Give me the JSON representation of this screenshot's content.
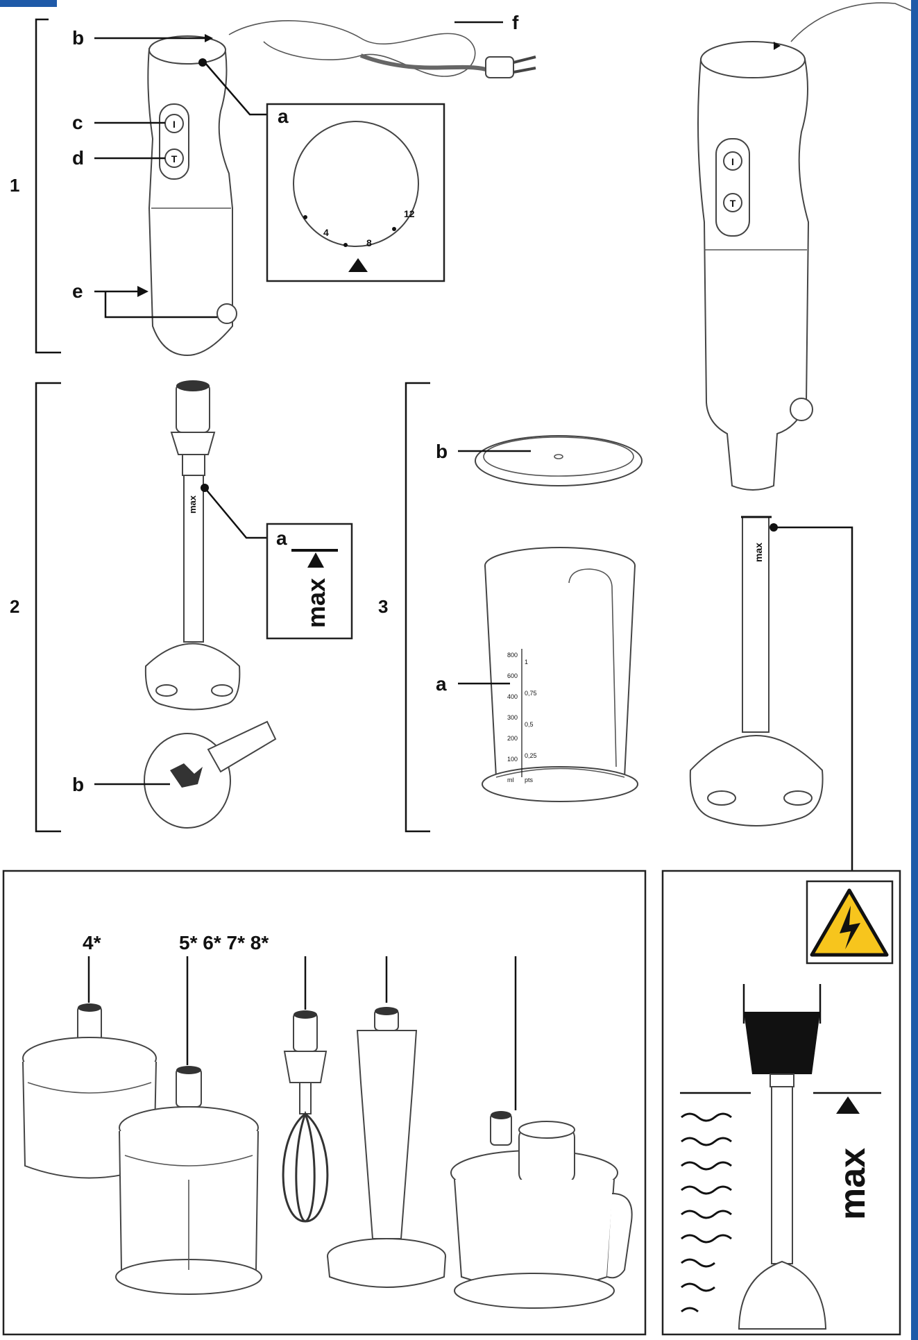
{
  "colors": {
    "accent_blue": "#1f5aa8",
    "warning_yellow": "#f7c51d",
    "ink": "#111111"
  },
  "section_numbers": {
    "s1": "1",
    "s2": "2",
    "s3": "3"
  },
  "figure1": {
    "label_a": "a",
    "label_b": "b",
    "label_c": "c",
    "label_d": "d",
    "label_e": "e",
    "label_f": "f",
    "dial_marks": [
      "4",
      "8",
      "12"
    ],
    "button_i": "I",
    "button_t": "T"
  },
  "figure2": {
    "label_a": "a",
    "label_b": "b",
    "max_text": "max"
  },
  "figure3": {
    "label_a": "a",
    "label_b": "b",
    "scale_ml": [
      "800",
      "600",
      "400",
      "300",
      "200",
      "100",
      "ml"
    ],
    "scale_pts": [
      "1",
      "0,75",
      "0,5",
      "0,25",
      "pts"
    ]
  },
  "accessories": {
    "label_4": "4*",
    "label_5_8": "5* 6* 7* 8*"
  },
  "warning": {
    "icon": "high-voltage-icon",
    "max_text": "max"
  },
  "right_blender": {
    "max_text": "max"
  }
}
